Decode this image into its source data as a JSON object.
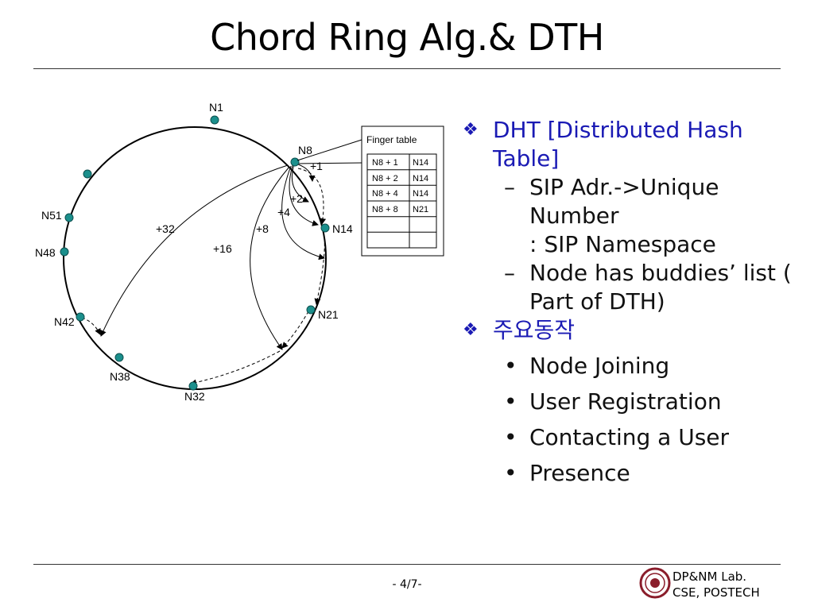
{
  "slide": {
    "title": "Chord Ring Alg.& DTH",
    "page_number": "- 4/7-"
  },
  "diagram": {
    "nodes": [
      "N1",
      "N8",
      "N14",
      "N21",
      "N32",
      "N38",
      "N42",
      "N48",
      "N51"
    ],
    "hop_labels": [
      "+1",
      "+2",
      "+4",
      "+8",
      "+16",
      "+32"
    ],
    "finger_table": {
      "title": "Finger table",
      "rows": [
        [
          "N8 + 1",
          "N14"
        ],
        [
          "N8 + 2",
          "N14"
        ],
        [
          "N8 + 4",
          "N14"
        ],
        [
          "N8 + 8",
          "N21"
        ],
        [
          "",
          ""
        ],
        [
          "",
          ""
        ]
      ]
    },
    "colors": {
      "node_fill": "#1b8f8c",
      "node_stroke": "#0d4f4d"
    }
  },
  "bullets": {
    "dht": {
      "label": "DHT [Distributed Hash Table]",
      "items": [
        "SIP Adr.->Unique Number",
        ": SIP Namespace",
        "Node has buddies’ list ( Part of DTH)"
      ]
    },
    "ops": {
      "label": "주요동작",
      "items": [
        "Node Joining",
        "User Registration",
        "Contacting a User",
        "Presence"
      ]
    }
  },
  "footer": {
    "lab_line1": "DP&NM Lab.",
    "lab_line2": "CSE, POSTECH"
  }
}
